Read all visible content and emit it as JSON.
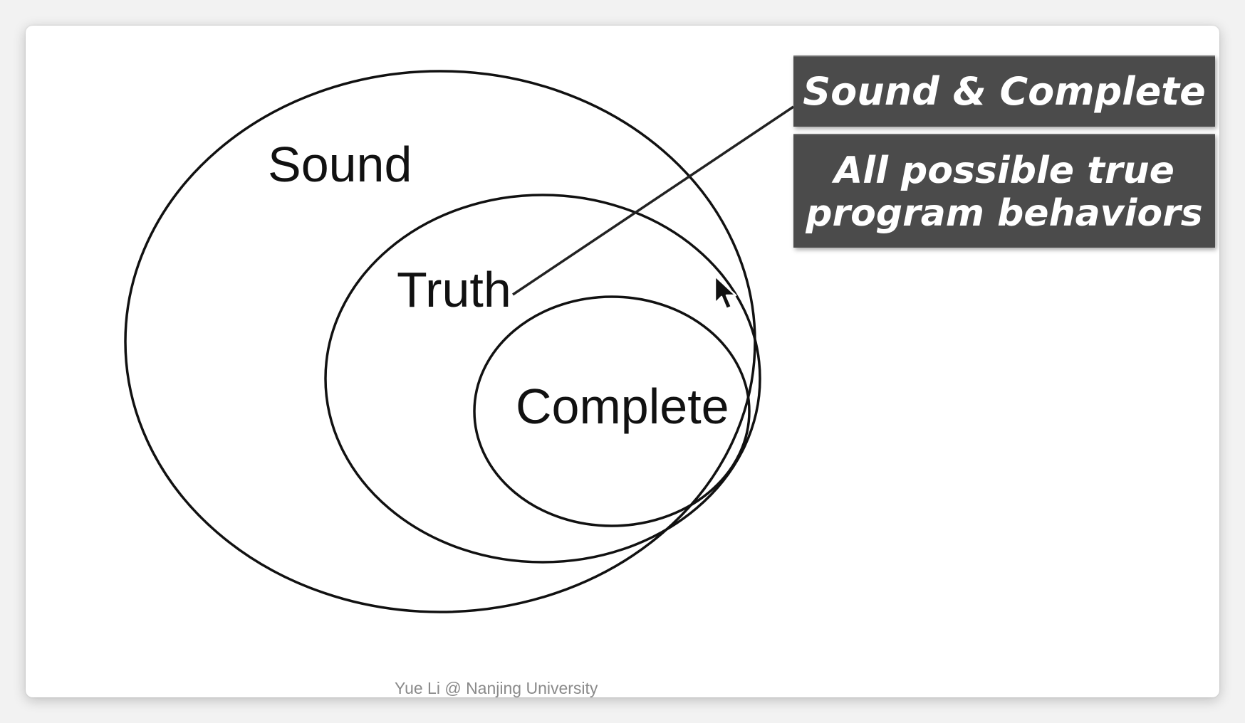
{
  "diagram": {
    "sets": {
      "outer": "Sound",
      "middle": "Truth",
      "inner": "Complete"
    },
    "callout": {
      "title": "Sound & Complete",
      "description_line1": "All possible true",
      "description_line2": "program behaviors"
    },
    "footer": "Yue Li @ Nanjing University"
  },
  "colors": {
    "callout_bg": "#4b4b4b",
    "callout_text": "#ffffff",
    "stroke": "#111111"
  }
}
